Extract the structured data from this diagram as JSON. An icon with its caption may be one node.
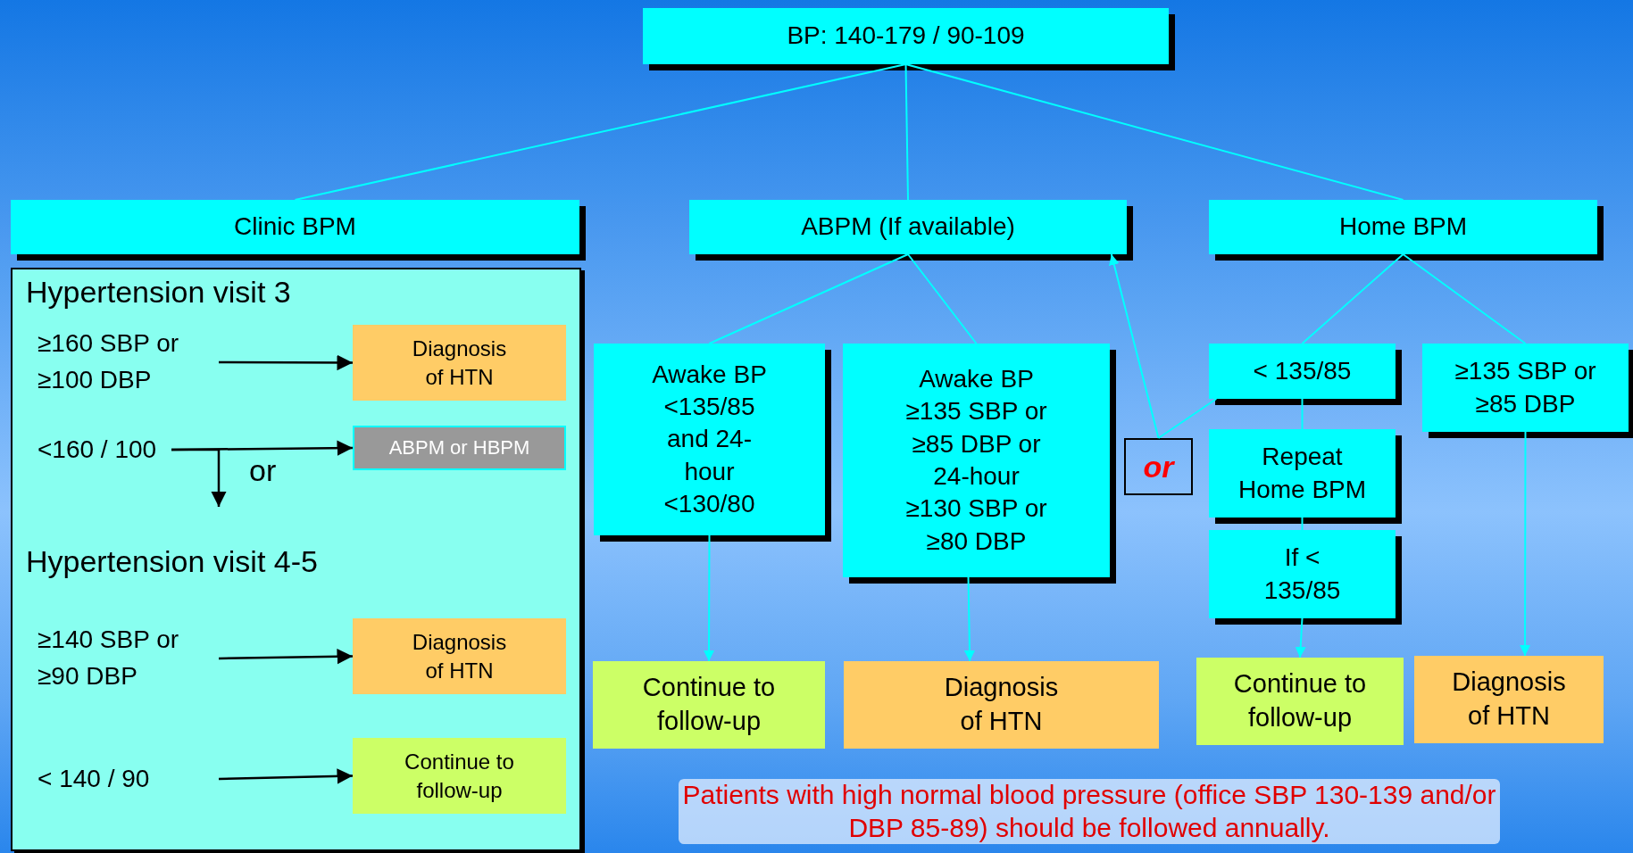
{
  "diagram": {
    "nodes": [
      {
        "text": [
          "BP: 140-179 / 90-109"
        ]
      },
      {
        "text": [
          "Clinic BPM"
        ]
      },
      {
        "text": [
          "ABPM (If available)"
        ]
      },
      {
        "text": [
          "Home BPM"
        ]
      },
      {
        "text": [
          "Hypertension visit 3",
          "Hypertension visit 4-5"
        ]
      },
      {
        "text": [
          "≥160 SBP or ≥100 DBP"
        ],
        "in": 4
      },
      {
        "text": [
          "Diagnosis of HTN"
        ],
        "in": 4
      },
      {
        "text": [
          "<160 / 100"
        ],
        "in": 4
      },
      {
        "text": [
          "ABPM or HBPM"
        ],
        "in": 4
      },
      {
        "text": [
          "≥140 SBP or ≥90 DBP"
        ],
        "in": 4
      },
      {
        "text": [
          "Diagnosis of HTN"
        ],
        "in": 4
      },
      {
        "text": [
          "< 140 / 90"
        ],
        "in": 4
      },
      {
        "text": [
          "Continue to follow-up"
        ],
        "in": 4
      },
      {
        "text": [
          "Awake BP <135/85 and 24-hour <130/80"
        ]
      },
      {
        "text": [
          "Awake BP ≥135 SBP or ≥85 DBP or 24-hour ≥130 SBP or ≥80 DBP"
        ]
      },
      {
        "text": [
          "or"
        ]
      },
      {
        "text": [
          "< 135/85"
        ]
      },
      {
        "text": [
          "≥135 SBP or ≥85 DBP"
        ]
      },
      {
        "text": [
          "Repeat Home BPM"
        ]
      },
      {
        "text": [
          "If < 135/85"
        ]
      },
      {
        "text": [
          "Continue to follow-up"
        ]
      },
      {
        "text": [
          "Diagnosis of HTN"
        ]
      },
      {
        "text": [
          "Continue to follow-up"
        ]
      },
      {
        "text": [
          "Diagnosis of HTN"
        ]
      }
    ],
    "edges": [
      {
        "from": 0,
        "to": 1,
        "arrow": "none"
      },
      {
        "from": 0,
        "to": 2,
        "arrow": "none"
      },
      {
        "from": 0,
        "to": 3,
        "arrow": "none"
      },
      {
        "from": 2,
        "to": 13,
        "arrow": "none"
      },
      {
        "from": 2,
        "to": 14,
        "arrow": "none"
      },
      {
        "from": 3,
        "to": 16,
        "arrow": "none"
      },
      {
        "from": 3,
        "to": 17,
        "arrow": "none"
      },
      {
        "from": 16,
        "to": 18,
        "arrow": "none"
      },
      {
        "from": 18,
        "to": 19,
        "arrow": "none"
      },
      {
        "from": 13,
        "to": 20,
        "arrow": "to"
      },
      {
        "from": 14,
        "to": 21,
        "arrow": "to"
      },
      {
        "from": 19,
        "to": 22,
        "arrow": "to"
      },
      {
        "from": 17,
        "to": 23,
        "arrow": "to"
      },
      {
        "from": 16,
        "to": 15,
        "arrow": "none"
      },
      {
        "from": 15,
        "to": 2,
        "arrow": "to"
      },
      {
        "from": 5,
        "to": 6,
        "arrow": "to",
        "color": "#000000"
      },
      {
        "from": 7,
        "to": 8,
        "arrow": "to",
        "color": "#000000"
      },
      {
        "from": 7,
        "to": null,
        "arrow": "to",
        "label": "or",
        "color": "#000000"
      },
      {
        "from": 9,
        "to": 10,
        "arrow": "to",
        "color": "#000000"
      },
      {
        "from": 11,
        "to": 12,
        "arrow": "to",
        "color": "#000000"
      }
    ],
    "caption": "Patients with high normal blood pressure (office SBP 130-139 and/or DBP 85-89) should be followed annually."
  }
}
